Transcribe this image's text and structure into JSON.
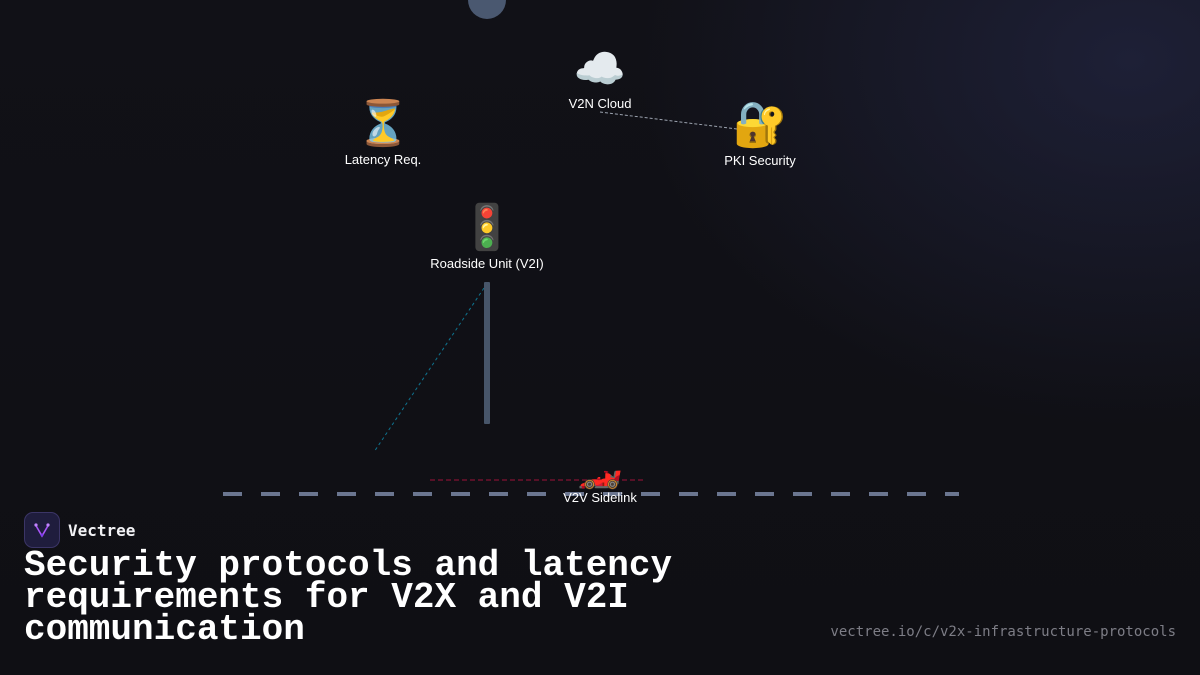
{
  "diagram": {
    "nodes": {
      "latency": {
        "label": "Latency Req.",
        "icon": "hourglass-icon",
        "glyph": "⏳"
      },
      "cloud": {
        "label": "V2N Cloud",
        "icon": "cloud-icon",
        "glyph": "☁️"
      },
      "pki": {
        "label": "PKI Security",
        "icon": "lock-key-icon",
        "glyph": "🔐"
      },
      "rsu": {
        "label": "Roadside Unit (V2I)",
        "icon": "traffic-light-icon",
        "glyph": "🚦"
      },
      "car": {
        "label": "V2V Sidelink",
        "icon": "race-car-icon",
        "glyph": "🏎️"
      }
    },
    "link_colors": {
      "cloud_pki": "#9ca3af",
      "rsu_ground": "#0e7490",
      "v2v": "#9f1239"
    }
  },
  "brand": {
    "name": "Vectree",
    "accent": "#a855f7"
  },
  "title": "Security protocols and latency requirements for V2X and V2I communication",
  "url": "vectree.io/c/v2x-infrastructure-protocols"
}
